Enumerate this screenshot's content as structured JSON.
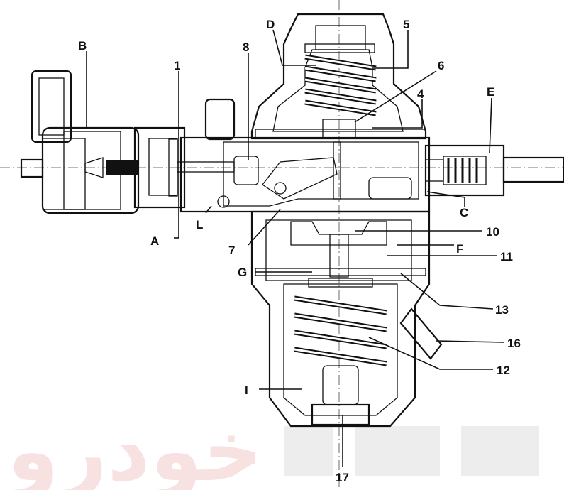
{
  "diagram": {
    "callouts": {
      "A": "A",
      "B": "B",
      "C": "C",
      "D": "D",
      "E": "E",
      "F": "F",
      "G": "G",
      "I": "I",
      "L": "L",
      "n1": "1",
      "n4": "4",
      "n5": "5",
      "n6": "6",
      "n7": "7",
      "n8": "8",
      "n10": "10",
      "n11": "11",
      "n12": "12",
      "n13": "13",
      "n16": "16",
      "n17": "17"
    },
    "watermark": "خودرو",
    "colors": {
      "fluid_chamber": "#5b84d0",
      "fluid_chamber_light": "#a9c3ea",
      "passage": "#c8185a",
      "housing_fill": "#ffffff",
      "outline": "#111111"
    }
  }
}
